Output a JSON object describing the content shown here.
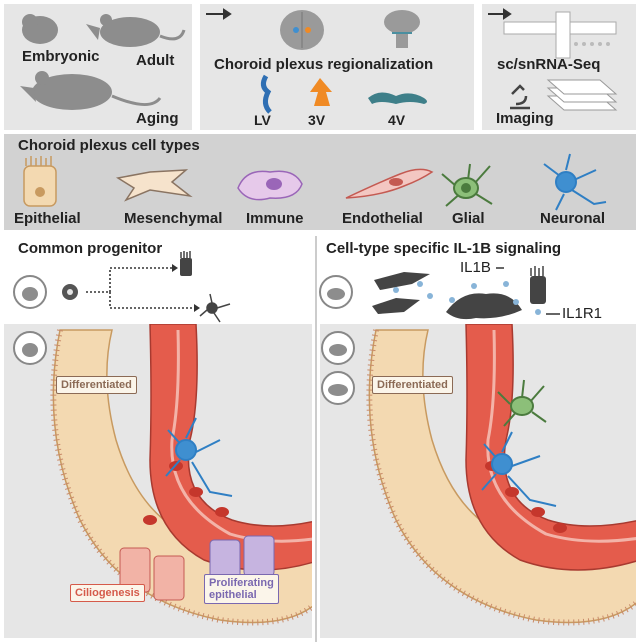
{
  "top": {
    "ages": [
      "Embryonic",
      "Adult",
      "Aging"
    ],
    "regionalization": {
      "title": "Choroid plexus regionalization",
      "ventricles": [
        "LV",
        "3V",
        "4V"
      ]
    },
    "methods": [
      "sc/snRNA-Seq",
      "Imaging"
    ]
  },
  "cell_types": {
    "title": "Choroid plexus cell types",
    "items": [
      "Epithelial",
      "Mesenchymal",
      "Immune",
      "Endothelial",
      "Glial",
      "Neuronal"
    ]
  },
  "left": {
    "title": "Common progenitor",
    "labels": {
      "differentiated": "Differentiated",
      "ciliogenesis": "Ciliogenesis",
      "proliferating": "Proliferating\nepithelial"
    }
  },
  "right": {
    "title": "Cell-type specific IL-1B signaling",
    "ligand": "IL1B",
    "receptor": "IL1R1",
    "labels": {
      "differentiated": "Differentiated"
    }
  },
  "colors": {
    "panel_gray": "#e6e6e6",
    "band_gray": "#d2d2d2",
    "epithelial": "#f3d9b1",
    "vessel_red": "#d94a3c",
    "neuron_blue": "#3f8fd0",
    "glial_green": "#6a9a5a",
    "immune_purple": "#9a66b8",
    "ciliogenesis_red": "#d55a4a",
    "proliferating_purple": "#7a68b0"
  }
}
